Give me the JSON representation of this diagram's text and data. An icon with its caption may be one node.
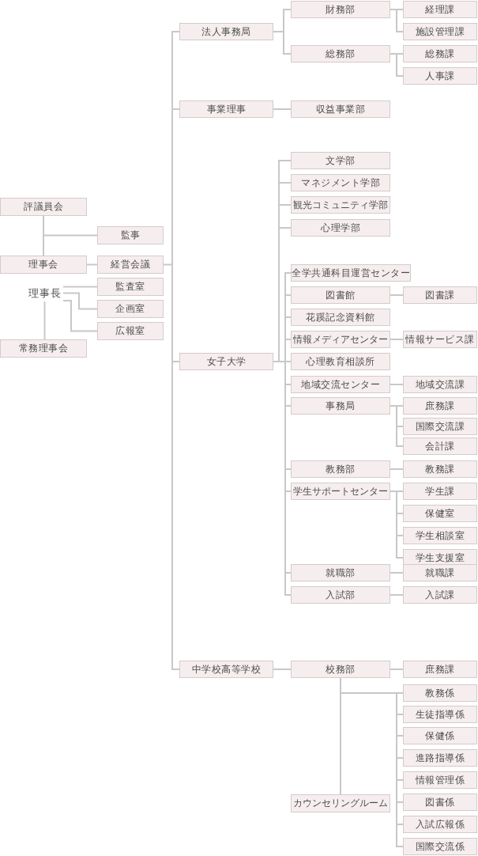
{
  "diagram": {
    "nodes": [
      {
        "text": [
          "評議員会"
        ]
      },
      {
        "text": [
          "監事"
        ]
      },
      {
        "text": [
          "理事会"
        ]
      },
      {
        "text": [
          "経営会議"
        ]
      },
      {
        "text": [
          "理事長"
        ]
      },
      {
        "text": [
          "監査室"
        ]
      },
      {
        "text": [
          "企画室"
        ]
      },
      {
        "text": [
          "広報室"
        ]
      },
      {
        "text": [
          "常務理事会"
        ]
      },
      {
        "text": [
          "法人事務局"
        ]
      },
      {
        "text": [
          "財務部"
        ]
      },
      {
        "text": [
          "経理課"
        ]
      },
      {
        "text": [
          "施設管理課"
        ]
      },
      {
        "text": [
          "総務部"
        ]
      },
      {
        "text": [
          "総務課"
        ]
      },
      {
        "text": [
          "人事課"
        ]
      },
      {
        "text": [
          "事業理事"
        ]
      },
      {
        "text": [
          "収益事業部"
        ]
      },
      {
        "text": [
          "女子大学"
        ]
      },
      {
        "text": [
          "文学部"
        ]
      },
      {
        "text": [
          "マネジメント学部"
        ]
      },
      {
        "text": [
          "観光コミュニティ学部"
        ]
      },
      {
        "text": [
          "心理学部"
        ]
      },
      {
        "text": [
          "全学共通科目運営センター"
        ]
      },
      {
        "text": [
          "図書館"
        ]
      },
      {
        "text": [
          "図書課"
        ]
      },
      {
        "text": [
          "花蹊記念資料館"
        ]
      },
      {
        "text": [
          "情報メディアセンター"
        ]
      },
      {
        "text": [
          "情報サービス課"
        ]
      },
      {
        "text": [
          "心理教育相談所"
        ]
      },
      {
        "text": [
          "地域交流センター"
        ]
      },
      {
        "text": [
          "地域交流課"
        ]
      },
      {
        "text": [
          "事務局"
        ]
      },
      {
        "text": [
          "庶務課"
        ]
      },
      {
        "text": [
          "国際交流課"
        ]
      },
      {
        "text": [
          "会計課"
        ]
      },
      {
        "text": [
          "教務部"
        ]
      },
      {
        "text": [
          "教務課"
        ]
      },
      {
        "text": [
          "学生サポートセンター"
        ]
      },
      {
        "text": [
          "学生課"
        ]
      },
      {
        "text": [
          "保健室"
        ]
      },
      {
        "text": [
          "学生相談室"
        ]
      },
      {
        "text": [
          "学生支援室"
        ]
      },
      {
        "text": [
          "就職部"
        ]
      },
      {
        "text": [
          "就職課"
        ]
      },
      {
        "text": [
          "入試部"
        ]
      },
      {
        "text": [
          "入試課"
        ]
      },
      {
        "text": [
          "中学校高等学校"
        ]
      },
      {
        "text": [
          "校務部"
        ]
      },
      {
        "text": [
          "庶務課"
        ]
      },
      {
        "text": [
          "教務係"
        ]
      },
      {
        "text": [
          "生徒指導係"
        ]
      },
      {
        "text": [
          "保健係"
        ]
      },
      {
        "text": [
          "進路指導係"
        ]
      },
      {
        "text": [
          "情報管理係"
        ]
      },
      {
        "text": [
          "図書係"
        ]
      },
      {
        "text": [
          "入試広報係"
        ]
      },
      {
        "text": [
          "国際交流係"
        ]
      },
      {
        "text": [
          "カウンセリングルーム"
        ]
      }
    ],
    "edges": [
      {
        "from": 0,
        "to": 2,
        "arrow": "none"
      },
      {
        "from": 0,
        "to": 1,
        "arrow": "none"
      },
      {
        "from": 2,
        "to": 3,
        "arrow": "none"
      },
      {
        "from": 3,
        "to": 9,
        "arrow": "none"
      },
      {
        "from": 3,
        "to": 16,
        "arrow": "none"
      },
      {
        "from": 3,
        "to": 18,
        "arrow": "none"
      },
      {
        "from": 3,
        "to": 47,
        "arrow": "none"
      },
      {
        "from": 4,
        "to": 5,
        "arrow": "none"
      },
      {
        "from": 4,
        "to": 6,
        "arrow": "none"
      },
      {
        "from": 4,
        "to": 7,
        "arrow": "none"
      },
      {
        "from": 4,
        "to": 8,
        "arrow": "none"
      },
      {
        "from": 9,
        "to": 10,
        "arrow": "none"
      },
      {
        "from": 9,
        "to": 13,
        "arrow": "none"
      },
      {
        "from": 10,
        "to": 11,
        "arrow": "none"
      },
      {
        "from": 10,
        "to": 12,
        "arrow": "none"
      },
      {
        "from": 13,
        "to": 14,
        "arrow": "none"
      },
      {
        "from": 13,
        "to": 15,
        "arrow": "none"
      },
      {
        "from": 16,
        "to": 17,
        "arrow": "none"
      },
      {
        "from": 18,
        "to": 19,
        "arrow": "none"
      },
      {
        "from": 18,
        "to": 20,
        "arrow": "none"
      },
      {
        "from": 18,
        "to": 21,
        "arrow": "none"
      },
      {
        "from": 18,
        "to": 22,
        "arrow": "none"
      },
      {
        "from": 18,
        "to": 23,
        "arrow": "none"
      },
      {
        "from": 18,
        "to": 24,
        "arrow": "none"
      },
      {
        "from": 18,
        "to": 26,
        "arrow": "none"
      },
      {
        "from": 18,
        "to": 27,
        "arrow": "none"
      },
      {
        "from": 18,
        "to": 29,
        "arrow": "none"
      },
      {
        "from": 18,
        "to": 30,
        "arrow": "none"
      },
      {
        "from": 18,
        "to": 32,
        "arrow": "none"
      },
      {
        "from": 18,
        "to": 36,
        "arrow": "none"
      },
      {
        "from": 18,
        "to": 38,
        "arrow": "none"
      },
      {
        "from": 18,
        "to": 43,
        "arrow": "none"
      },
      {
        "from": 18,
        "to": 45,
        "arrow": "none"
      },
      {
        "from": 24,
        "to": 25,
        "arrow": "none"
      },
      {
        "from": 27,
        "to": 28,
        "arrow": "none"
      },
      {
        "from": 30,
        "to": 31,
        "arrow": "none"
      },
      {
        "from": 32,
        "to": 33,
        "arrow": "none"
      },
      {
        "from": 32,
        "to": 34,
        "arrow": "none"
      },
      {
        "from": 32,
        "to": 35,
        "arrow": "none"
      },
      {
        "from": 36,
        "to": 37,
        "arrow": "none"
      },
      {
        "from": 38,
        "to": 39,
        "arrow": "none"
      },
      {
        "from": 38,
        "to": 40,
        "arrow": "none"
      },
      {
        "from": 38,
        "to": 41,
        "arrow": "none"
      },
      {
        "from": 38,
        "to": 42,
        "arrow": "none"
      },
      {
        "from": 43,
        "to": 44,
        "arrow": "none"
      },
      {
        "from": 45,
        "to": 46,
        "arrow": "none"
      },
      {
        "from": 47,
        "to": 48,
        "arrow": "none"
      },
      {
        "from": 48,
        "to": 49,
        "arrow": "none"
      },
      {
        "from": 48,
        "to": 50,
        "arrow": "none"
      },
      {
        "from": 48,
        "to": 51,
        "arrow": "none"
      },
      {
        "from": 48,
        "to": 52,
        "arrow": "none"
      },
      {
        "from": 48,
        "to": 53,
        "arrow": "none"
      },
      {
        "from": 48,
        "to": 54,
        "arrow": "none"
      },
      {
        "from": 48,
        "to": 55,
        "arrow": "none"
      },
      {
        "from": 48,
        "to": 56,
        "arrow": "none"
      },
      {
        "from": 48,
        "to": 57,
        "arrow": "none"
      },
      {
        "from": 48,
        "to": 58,
        "arrow": "none"
      }
    ]
  }
}
